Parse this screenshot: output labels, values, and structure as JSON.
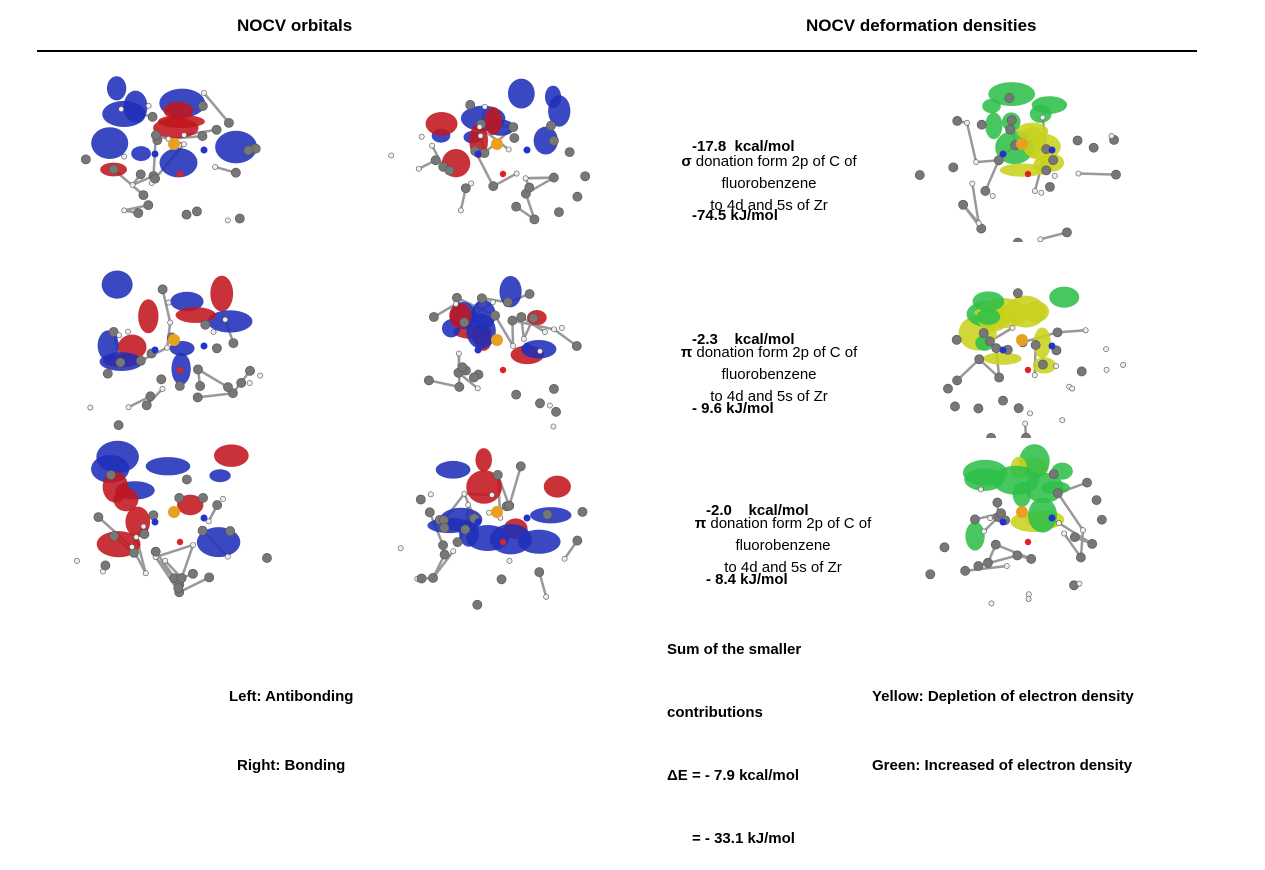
{
  "header": {
    "left_title": "NOCV orbitals",
    "right_title": "NOCV deformation densities"
  },
  "rows": [
    {
      "energy_kcal": "-17.8  kcal/mol",
      "energy_kj": "-74.5 kJ/mol",
      "symbol": "σ",
      "desc_line1": " donation form 2p of C of",
      "desc_line2": "fluorobenzene",
      "desc_line3": "to 4d and 5s of Zr"
    },
    {
      "energy_kcal": "-2.3    kcal/mol",
      "energy_kj": "- 9.6 kJ/mol",
      "symbol": "π",
      "desc_line1": " donation form 2p of C of",
      "desc_line2": "fluorobenzene",
      "desc_line3": "to 4d and 5s of Zr"
    },
    {
      "energy_kcal": "-2.0    kcal/mol",
      "energy_kj": "- 8.4 kJ/mol",
      "symbol": "π",
      "desc_line1": " donation form 2p of C of",
      "desc_line2": "fluorobenzene",
      "desc_line3": "to 4d and 5s of Zr"
    }
  ],
  "summary": {
    "line1": "Sum of the smaller",
    "line2": "contributions",
    "line3": "ΔE = - 7.9 kcal/mol",
    "line4": "      = - 33.1 kJ/mol"
  },
  "legend_left": {
    "line1": "Left: Antibonding",
    "line2": "Right: Bonding"
  },
  "legend_right": {
    "line1": "Yellow: Depletion of electron density",
    "line2": "Green: Increased of electron density"
  },
  "colors": {
    "orbital_positive": "#c0161c",
    "orbital_negative": "#1f2fb8",
    "density_depletion": "#c8d21e",
    "density_increase": "#2fbf4a",
    "carbon": "#777777",
    "hydrogen": "#eeeeee",
    "zirconium": "#e8a020",
    "nitrogen": "#2233cc",
    "oxygen": "#dd2222"
  }
}
